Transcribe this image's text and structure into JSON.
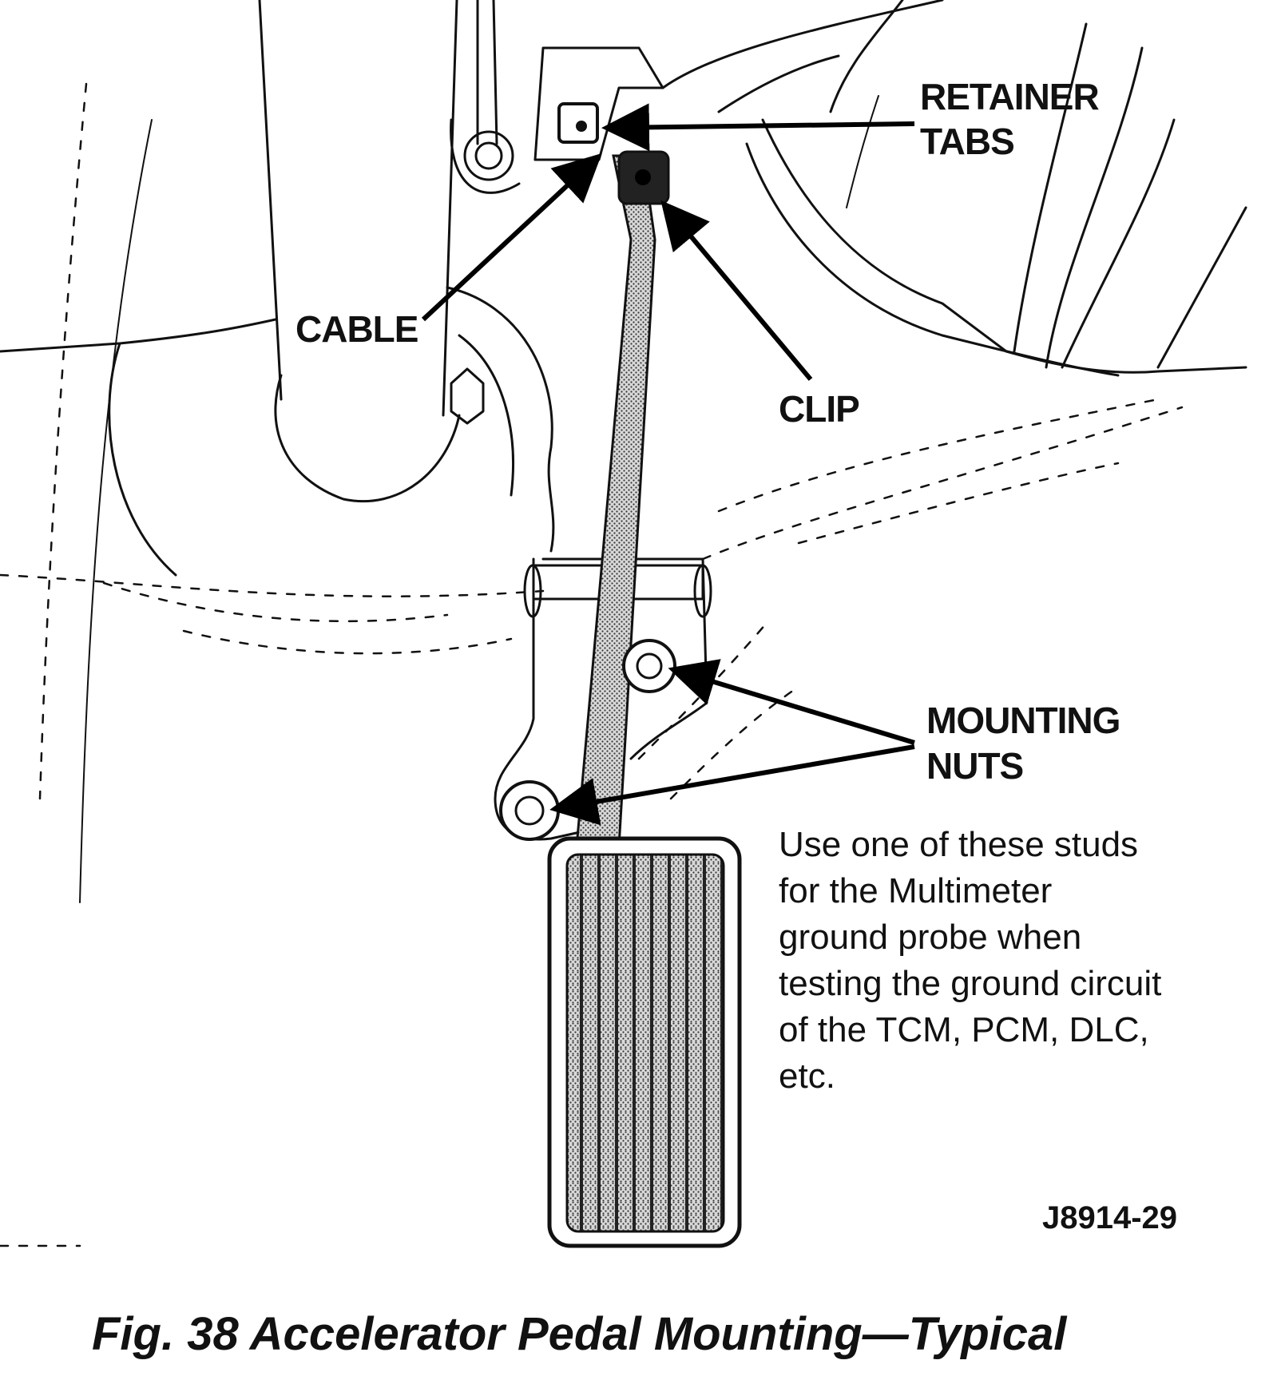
{
  "callouts": {
    "retainer_tabs_line1": "RETAINER",
    "retainer_tabs_line2": "TABS",
    "cable": "CABLE",
    "clip": "CLIP",
    "mounting_nuts_line1": "MOUNTING",
    "mounting_nuts_line2": "NUTS"
  },
  "note_lines": [
    "Use one of these studs",
    "for the Multimeter",
    "ground probe when",
    "testing the ground circuit",
    "of the TCM, PCM, DLC,",
    "etc."
  ],
  "figure_id": "J8914-29",
  "caption": "Fig. 38 Accelerator Pedal Mounting—Typical",
  "colors": {
    "ink": "#111111",
    "paper": "#ffffff",
    "pedal_pad": "#7a7a7a"
  }
}
